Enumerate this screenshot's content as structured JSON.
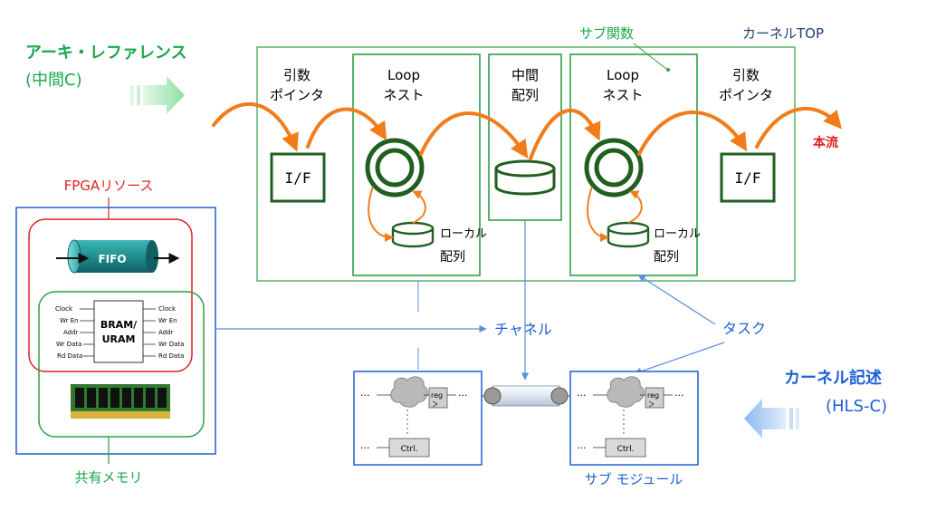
{
  "left_title": {
    "line1": "アーキ・レファレンス",
    "line2": "(中間C)"
  },
  "kernel_top_label": "カーネルTOP",
  "sub_function_label": "サブ関数",
  "arg_pointer_left": {
    "line1": "引数",
    "line2": "ポインタ"
  },
  "arg_pointer_right": {
    "line1": "引数",
    "line2": "ポインタ"
  },
  "loop_nest_left": {
    "line1": "Loop",
    "line2": "ネスト"
  },
  "loop_nest_right": {
    "line1": "Loop",
    "line2": "ネスト"
  },
  "middle_array": {
    "line1": "中間",
    "line2": "配列"
  },
  "local_array_left": {
    "line1": "ローカル",
    "line2": "配列"
  },
  "local_array_right": {
    "line1": "ローカル",
    "line2": "配列"
  },
  "if_left": "I/F",
  "if_right": "I/F",
  "main_flow": "本流",
  "fpga_title": "FPGAリソース",
  "fifo": "FIFO",
  "bram": {
    "line1": "BRAM/",
    "line2": "URAM"
  },
  "bram_left_ports": [
    "Clock",
    "Wr En",
    "Addr",
    "Wr Data",
    "Rd Data"
  ],
  "bram_right_ports": [
    "Clock",
    "Wr En",
    "Addr",
    "Wr Data",
    "Rd Data"
  ],
  "shared_memory": "共有メモリ",
  "channel": "チャネル",
  "task": "タスク",
  "kernel_desc": {
    "line1": "カーネル記述",
    "line2": "(HLS-C)"
  },
  "sub_module": "サブ モジュール",
  "module_left": {
    "reg": "reg",
    "ctrl": "Ctrl.",
    "dots": "···"
  },
  "module_right": {
    "reg": "reg",
    "ctrl": "Ctrl.",
    "dots": "···"
  },
  "colors": {
    "green_dark": "#1f5f1f",
    "green_box": "#2ea043",
    "green_text": "#1aa84a",
    "orange": "#f27c1a",
    "blue": "#1f5fd6",
    "red": "#e02020",
    "arrow_light_blue": "#8db8f0"
  }
}
